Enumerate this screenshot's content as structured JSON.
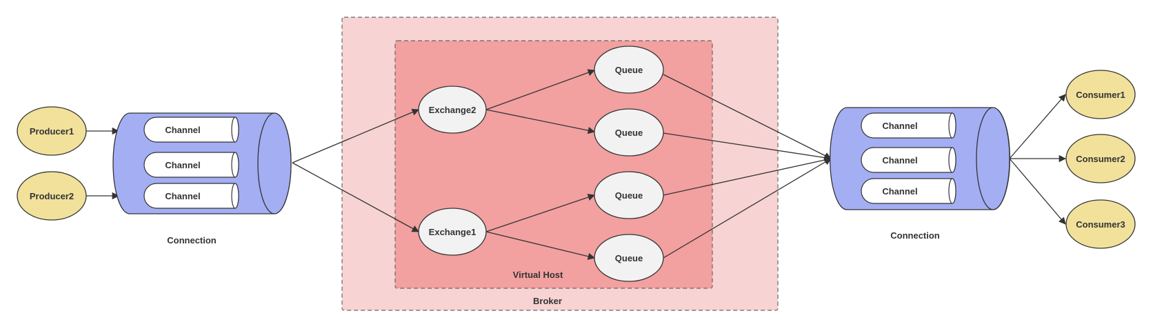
{
  "colors": {
    "broker_fill": "#f8d3d3",
    "vhost_fill": "#f2a0a0",
    "container_border": "#666666",
    "node_fill": "#f2f2f2",
    "client_fill": "#f1e19b",
    "connection_fill": "#a3aef3",
    "channel_fill": "#ffffff",
    "stroke": "#333333",
    "text": "#333333"
  },
  "broker": {
    "label": "Broker"
  },
  "virtual_host": {
    "label": "Virtual Host"
  },
  "producers": [
    "Producer1",
    "Producer2"
  ],
  "consumers": [
    "Consumer1",
    "Consumer2",
    "Consumer3"
  ],
  "left_connection": {
    "label": "Connection",
    "channels": [
      "Channel",
      "Channel",
      "Channel"
    ]
  },
  "right_connection": {
    "label": "Connection",
    "channels": [
      "Channel",
      "Channel",
      "Channel"
    ]
  },
  "exchanges": [
    "Exchange2",
    "Exchange1"
  ],
  "queues": [
    "Queue",
    "Queue",
    "Queue",
    "Queue"
  ]
}
